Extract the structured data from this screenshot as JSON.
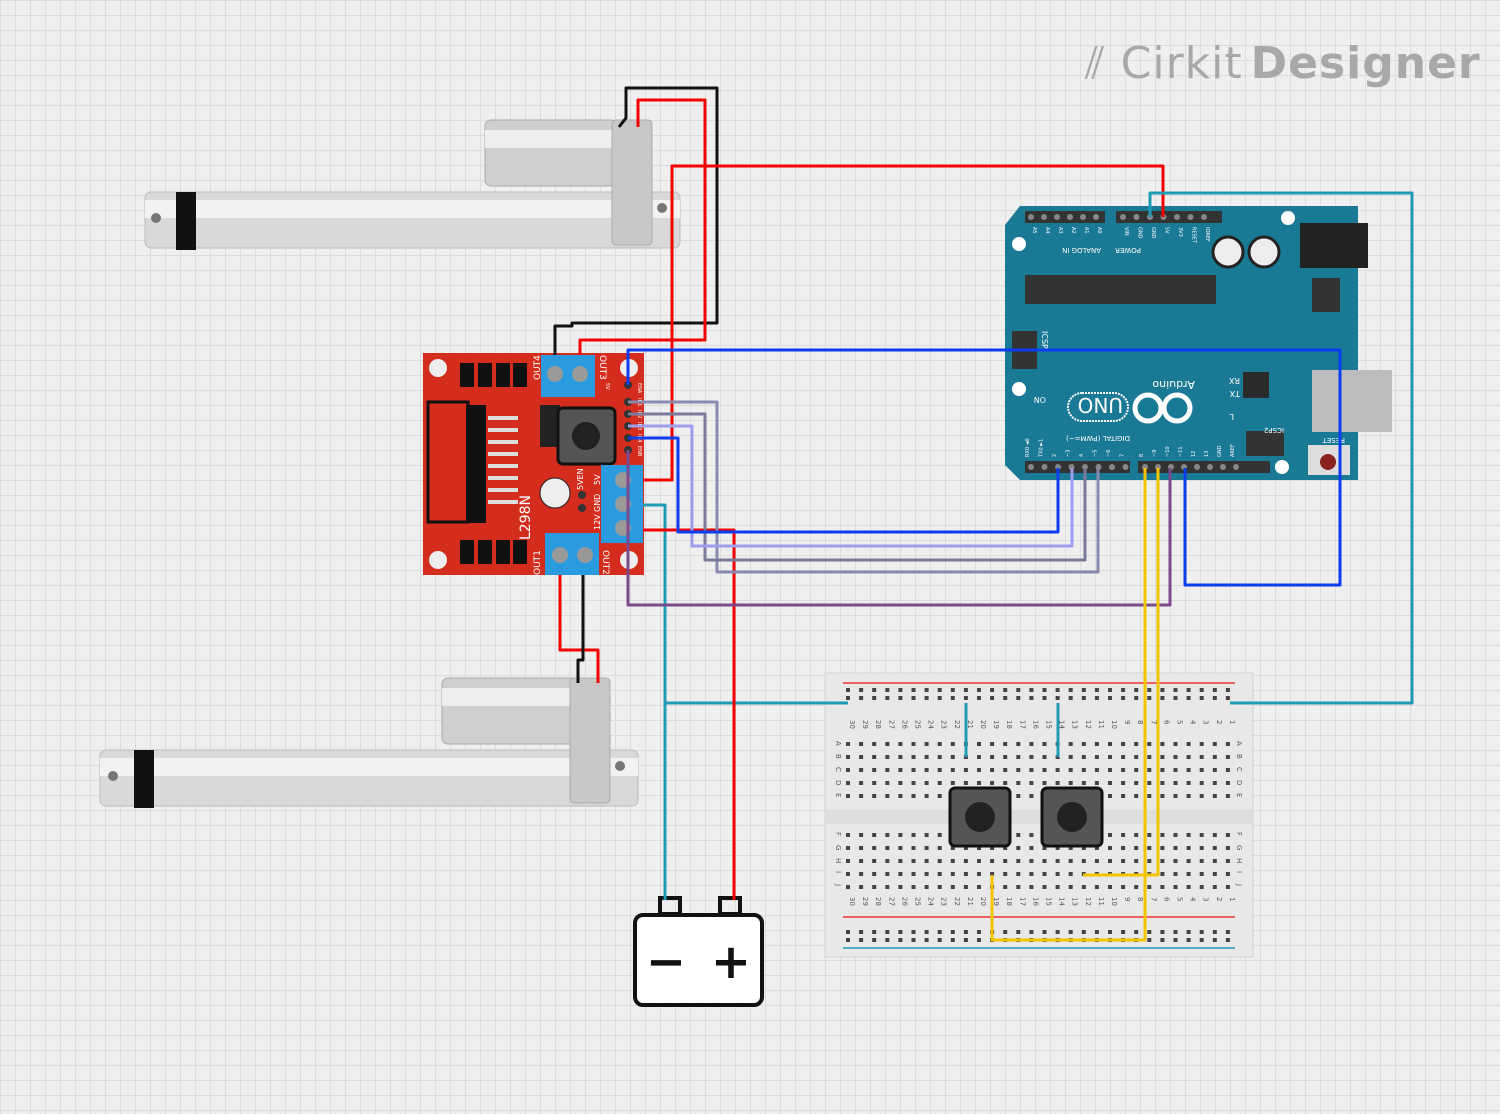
{
  "logo": {
    "brand": "Cirkit",
    "product": "Designer"
  },
  "l298n": {
    "chip": "L298N",
    "out1": "OUT1",
    "out2": "OUT2",
    "out3": "OUT3",
    "out4": "OUT4",
    "v5en": "5VEN",
    "v12": "12V",
    "gnd": "GND",
    "v5": "5V",
    "v5_small": "5V",
    "pins": [
      "ENA",
      "IN1",
      "IN2",
      "IN3",
      "IN4",
      "ENB"
    ],
    "board_color": "#d42d1d"
  },
  "arduino": {
    "name": "Arduino",
    "model": "UNO",
    "board_color": "#1a7a96",
    "analog_label": "ANALOG IN",
    "analog_pins": [
      "A5",
      "A4",
      "A3",
      "A2",
      "A1",
      "A0"
    ],
    "power_label": "POWER",
    "power_pins": [
      "VIN",
      "GND",
      "GND",
      "5V",
      "3V3",
      "RESET",
      "IOREF"
    ],
    "icsp": "ICSP",
    "icsp2": "ICSP2",
    "on": "ON",
    "rx": "RX",
    "tx": "TX",
    "l": "L",
    "reset": "RESET",
    "digital_label": "DIGITAL (PWM=~)",
    "digital_pins": [
      "RX0 ◄0",
      "TX0 ►1",
      "2",
      "~3",
      "4",
      "~5",
      "~6",
      "7",
      "8",
      "~9",
      "~10",
      "~11",
      "12",
      "13",
      "GND",
      "AREF"
    ]
  },
  "breadboard": {
    "columns": [
      "30",
      "29",
      "28",
      "27",
      "26",
      "25",
      "24",
      "23",
      "22",
      "21",
      "20",
      "19",
      "18",
      "17",
      "16",
      "15",
      "14",
      "13",
      "12",
      "11",
      "10",
      "9",
      "8",
      "7",
      "6",
      "5",
      "4",
      "3",
      "2",
      "1"
    ],
    "rows_top": [
      "A",
      "B",
      "C",
      "D",
      "E"
    ],
    "rows_bottom": [
      "F",
      "G",
      "H",
      "I",
      "J"
    ]
  },
  "battery": {
    "minus": "−",
    "plus": "+"
  },
  "wire_colors": {
    "red": "#f20000",
    "black": "#111111",
    "teal": "#1f9cb5",
    "blue": "#0a3df0",
    "lightblue": "#9e9ef0",
    "grey1": "#8a8ab0",
    "grey2": "#a0a0c0",
    "purple": "#7a4a8c",
    "yellow": "#f5c400"
  }
}
